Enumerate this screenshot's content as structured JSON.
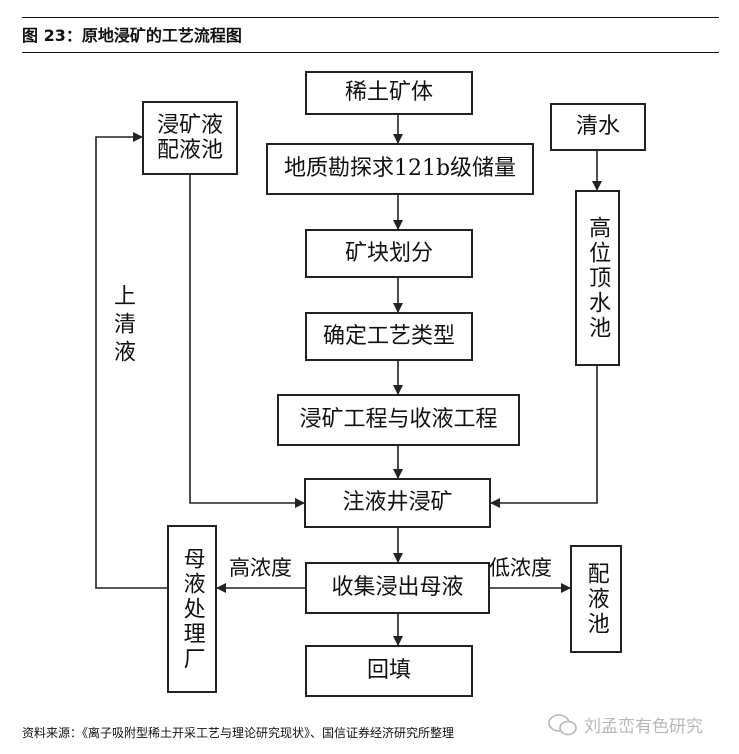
{
  "figure_title": "图 23：原地浸矿的工艺流程图",
  "nodes": {
    "ore_body": "稀土矿体",
    "reserves": "地质勘探求121b级储量",
    "block_division": "矿块划分",
    "process_type": "确定工艺类型",
    "engineering": "浸矿工程与收液工程",
    "injection": "注液井浸矿",
    "collect": "收集浸出母液",
    "backfill": "回填",
    "leach_pool": "浸矿液配液池",
    "clear_water": "清水",
    "high_tank": "高位顶水池",
    "mother_liquor_plant": "母液处理厂",
    "prep_pool": "配液池"
  },
  "edge_labels": {
    "supernatant": "上清液",
    "high_conc": "高浓度",
    "low_conc": "低浓度"
  },
  "source_note": "资料来源：《离子吸附型稀土开采工艺与理论研究现状》、国信证券经济研究所整理",
  "watermark": "刘孟峦有色研究",
  "colors": {
    "line": "#222222",
    "watermark": "#b8b8b8"
  }
}
